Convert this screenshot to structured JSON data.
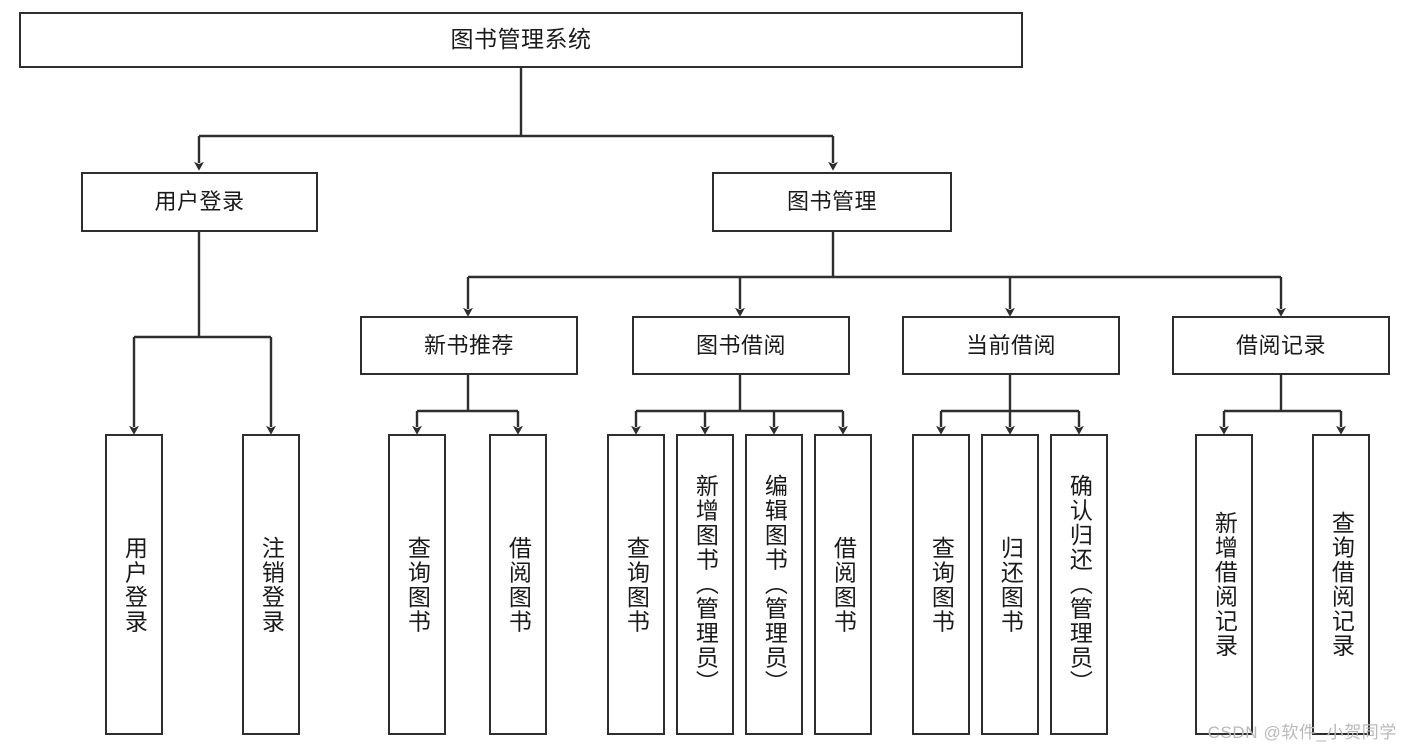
{
  "diagram": {
    "type": "tree-hierarchy",
    "title": "图书管理系统",
    "orientation": "top-down",
    "colors": {
      "box_border": "#2e2e2e",
      "box_fill": "#ffffff",
      "edge": "#2e2e2e",
      "text": "#1a1a1a",
      "watermark": "#b9b9b9",
      "background": "#ffffff"
    }
  },
  "nodes": {
    "root": {
      "label": "图书管理系统"
    },
    "level1": [
      {
        "label": "用户登录"
      },
      {
        "label": "图书管理"
      }
    ],
    "level2": [
      {
        "label": "新书推荐"
      },
      {
        "label": "图书借阅"
      },
      {
        "label": "当前借阅"
      },
      {
        "label": "借阅记录"
      }
    ],
    "leaves": {
      "user_login": [
        {
          "label": "用户登录"
        },
        {
          "label": "注销登录"
        }
      ],
      "new_book_recommend": [
        {
          "label": "查询图书"
        },
        {
          "label": "借阅图书"
        }
      ],
      "book_borrow": [
        {
          "label": "查询图书"
        },
        {
          "label": "新增图书（管理员）"
        },
        {
          "label": "编辑图书（管理员）"
        },
        {
          "label": "借阅图书"
        }
      ],
      "current_borrow": [
        {
          "label": "查询图书"
        },
        {
          "label": "归还图书"
        },
        {
          "label": "确认归还（管理员）"
        }
      ],
      "borrow_record": [
        {
          "label": "新增借阅记录"
        },
        {
          "label": "查询借阅记录"
        }
      ]
    }
  },
  "watermark": {
    "text": "CSDN @软件_小贺同学"
  }
}
